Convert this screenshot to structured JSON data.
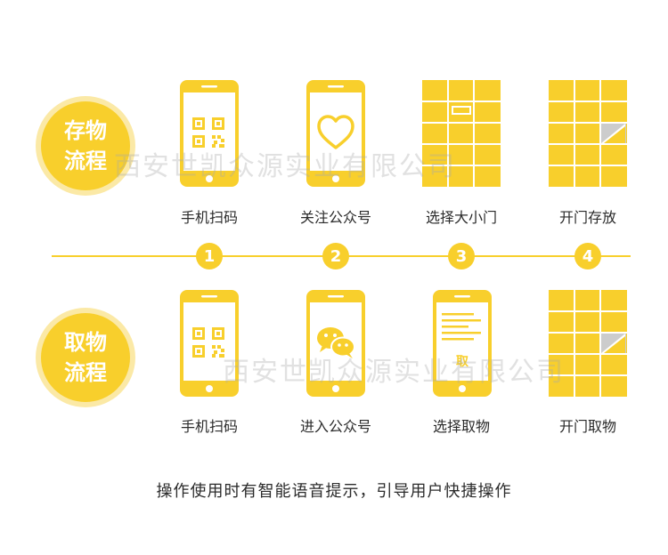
{
  "store": {
    "badge_line1": "存物",
    "badge_line2": "流程",
    "steps": [
      {
        "label": "手机扫码"
      },
      {
        "label": "关注公众号"
      },
      {
        "label": "选择大小门"
      },
      {
        "label": "开门存放"
      }
    ]
  },
  "retrieve": {
    "badge_line1": "取物",
    "badge_line2": "流程",
    "steps": [
      {
        "label": "手机扫码"
      },
      {
        "label": "进入公众号"
      },
      {
        "label": "选择取物"
      },
      {
        "label": "开门取物"
      }
    ],
    "screen_text": "取"
  },
  "timeline": {
    "numbers": [
      "1",
      "2",
      "3",
      "4"
    ]
  },
  "watermark": "西安世凯众源实业有限公司",
  "footer": "操作使用时有智能语音提示，引导用户快捷操作",
  "colors": {
    "accent": "#f8cf2c",
    "accent_light": "#fbe9a6",
    "text": "#2b2b2b"
  }
}
